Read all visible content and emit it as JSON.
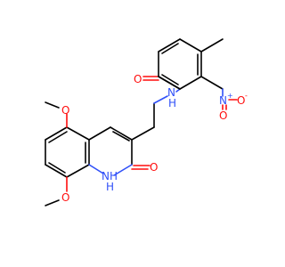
{
  "structure": {
    "atom_labels": {
      "methoxy_top_o": "O",
      "methoxy_bottom_o": "O",
      "lactam_nh": "NH",
      "lactam_h": "H",
      "carbonyl_o_ring": "O",
      "amide_n": "N",
      "amide_h": "H",
      "amide_o": "O",
      "nitro_n": "N",
      "nitro_o_top": "O",
      "nitro_o_bottom": "O"
    },
    "charges": {
      "nitro_n_plus": "+",
      "nitro_o_minus": "-"
    },
    "colors": {
      "carbon_bond": "#000000",
      "oxygen": "#ff0d0d",
      "nitrogen": "#3050f8",
      "background": "#ffffff"
    }
  }
}
